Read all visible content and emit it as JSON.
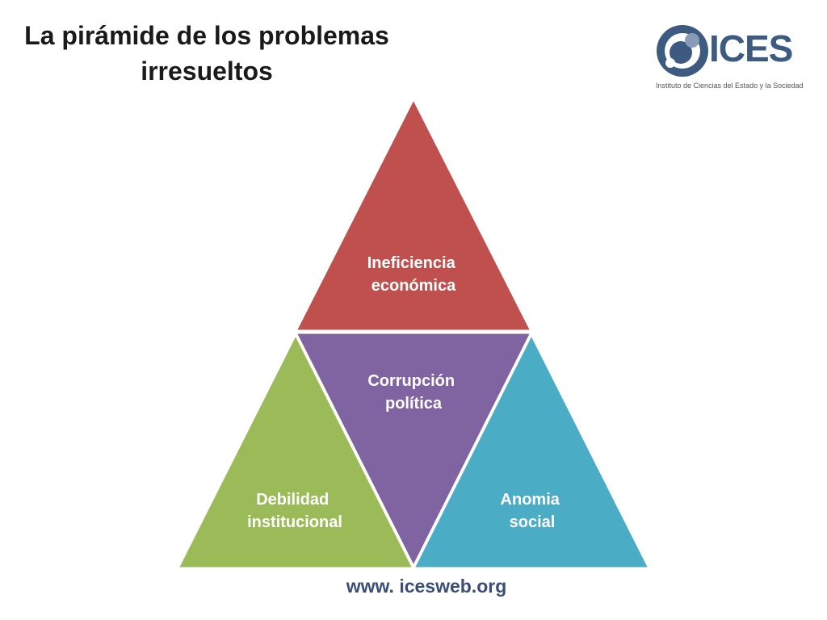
{
  "title": {
    "line1": "La pirámide de los problemas",
    "line2": "irresueltos"
  },
  "logo": {
    "name": "ICES",
    "subtitle": "Instituto de Ciencias del Estado y la Sociedad",
    "color": "#3d5a80"
  },
  "pyramid": {
    "top": {
      "line1": "Ineficiencia",
      "line2": "económica",
      "color": "#c0504d"
    },
    "center": {
      "line1": "Corrupción",
      "line2": "política",
      "color": "#8064a2"
    },
    "bottom_left": {
      "line1": "Debilidad",
      "line2": "institucional",
      "color": "#9bbb59"
    },
    "bottom_right": {
      "line1": "Anomia",
      "line2": "social",
      "color": "#4bacc6"
    }
  },
  "footer": {
    "website": "www. icesweb.org"
  }
}
